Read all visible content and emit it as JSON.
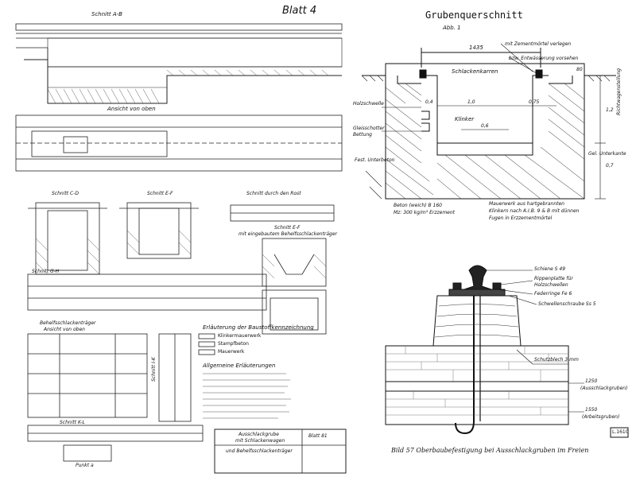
{
  "left_sheet": {
    "sheet_label": "Blatt 4",
    "section_ab": "Schnitt A-B",
    "top_view": "Ansicht von oben",
    "section_cd": "Schnitt C-D",
    "section_ef": "Schnitt E-F",
    "section_rost": "Schnitt durch den Rost",
    "section_ef2": "Schnitt E-F",
    "section_ef2_sub": "mit eingebautem Behelfsschlackenträger",
    "section_gh": "Schnitt G-H",
    "aux_carrier": "Behelfsschlackenträger",
    "aux_carrier_sub": "Ansicht von oben",
    "section_ik": "Schnitt I-K",
    "section_kl": "Schnitt K-L",
    "point_a": "Punkt a",
    "legend_title": "Erläuterung der Baustoffkennzeichnung",
    "legend_items": [
      "Klinkermauerwerk",
      "Stampfbeton",
      "Mauerwerk"
    ],
    "notes_title": "Allgemeine Erläuterungen",
    "title_block": [
      "Ausschlackgrube",
      "mit Schlackenwagen",
      "und Behelfsschlackenträger"
    ],
    "sheet_no": "Blatt 81"
  },
  "cross_section": {
    "title": "Grubenquerschnitt",
    "figure": "Abb. 1",
    "dim_width": "1435",
    "dim_80": "80",
    "dim_1_0": "1,0",
    "dim_0_75": "0,75",
    "dim_0_6": "0,6",
    "dim_0_4": "0,4",
    "dim_1_2": "1,2",
    "dim_0_7": "0,7",
    "label_schlackenkarren": "Schlackenkarren",
    "label_klinker": "Klinker",
    "label_zement": "mit Zementmörtel verlegen",
    "label_entwaesserung": "bzw. Entwässerung vorsehen",
    "label_rail": "Richtwagenstellung",
    "label_holz": "Holzschwelle",
    "label_gleis": "Gleisschotter",
    "label_bettung": "Bettung",
    "label_unterkante": "Gel. Unterkante",
    "label_fest": "Fest. Unterbeton",
    "note_beton": "Beton (weich) B 160",
    "note_mz": "Mz: 300 kg/m³ Erzzement",
    "note_mauer1": "Mauerwerk aus hartgebrannten",
    "note_mauer2": "Klinkern nach A.I.B. 9 & B mit dünnen",
    "note_mauer3": "Fugen in Erzzementmörtel"
  },
  "bottom_detail": {
    "label_schiene": "Schiene S 49",
    "label_rippen": "Rippenplatte für",
    "label_rippen2": "Holzschwellen",
    "label_federring": "Federringe Fe 6",
    "label_schraube": "Schwellenschraube Ss 5",
    "label_blech": "Schutzblech 3 mm",
    "level_1": "1250",
    "level_1_sub": "(Ausschlackgruben)",
    "level_2": "1550",
    "level_2_sub": "(Arbeitsgruben)",
    "stamp": "L.1610",
    "caption": "Bild 57   Oberbaubefestigung bei Ausschlackgruben im Freien"
  }
}
